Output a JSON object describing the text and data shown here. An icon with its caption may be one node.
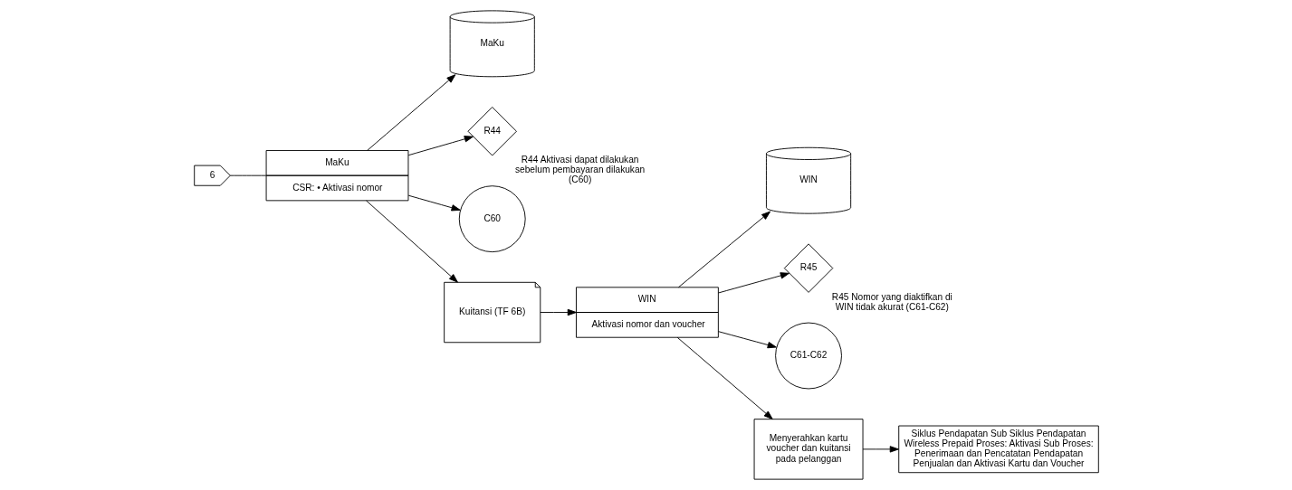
{
  "diagram": {
    "nodes": [
      {
        "text": [
          "6"
        ]
      },
      {
        "text": [
          "MaKu"
        ]
      },
      {
        "text": [
          "MaKu",
          "CSR: • Aktivasi nomor"
        ]
      },
      {
        "text": [
          "R44"
        ],
        "beside": [
          "R44 Aktivasi dapat dilakukan sebelum pembayaran dilakukan (C60)"
        ]
      },
      {
        "text": [
          "C60"
        ]
      },
      {
        "text": [
          "Kuitansi (TF 6B)"
        ]
      },
      {
        "text": [
          "WIN"
        ]
      },
      {
        "text": [
          "WIN",
          "Aktivasi nomor dan voucher"
        ]
      },
      {
        "text": [
          "R45"
        ],
        "beside": [
          "R45 Nomor yang diaktifkan di WIN tidak akurat (C61-C62)"
        ]
      },
      {
        "text": [
          "C61-C62"
        ]
      },
      {
        "text": [
          "Menyerahkan kartu voucher dan kuitansi pada pelanggan"
        ]
      },
      {
        "text": [
          "Siklus Pendapatan Sub Siklus Pendapatan Wireless Prepaid Proses: Aktivasi Sub Proses: Penerimaan dan Pencatatan Pendapatan Penjualan dan Aktivasi Kartu dan Voucher"
        ]
      }
    ],
    "edges": [
      {
        "from": 0,
        "to": 2,
        "arrow": "none"
      },
      {
        "from": 2,
        "to": 1,
        "arrow": "to"
      },
      {
        "from": 2,
        "to": 3,
        "arrow": "to"
      },
      {
        "from": 2,
        "to": 4,
        "arrow": "to"
      },
      {
        "from": 2,
        "to": 5,
        "arrow": "to"
      },
      {
        "from": 5,
        "to": 7,
        "arrow": "to"
      },
      {
        "from": 7,
        "to": 6,
        "arrow": "to"
      },
      {
        "from": 7,
        "to": 8,
        "arrow": "to"
      },
      {
        "from": 7,
        "to": 9,
        "arrow": "to"
      },
      {
        "from": 7,
        "to": 10,
        "arrow": "to"
      },
      {
        "from": 10,
        "to": 11,
        "arrow": "to"
      }
    ]
  }
}
